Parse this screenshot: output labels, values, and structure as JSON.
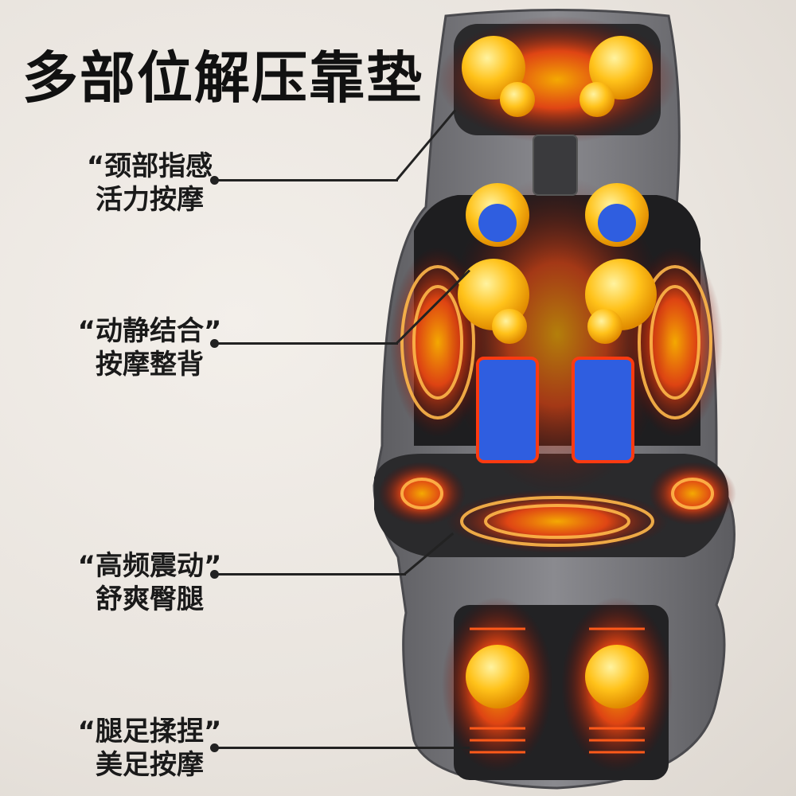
{
  "title": "多部位解压靠垫",
  "callouts": [
    {
      "line1": "“颈部指感",
      "line2": "活力按摩"
    },
    {
      "line1": "“动静结合”",
      "line2": "按摩整背"
    },
    {
      "line1": "“高频震动”",
      "line2": "舒爽臀腿"
    },
    {
      "line1": "“腿足揉捏”",
      "line2": "美足按摩"
    }
  ],
  "colors": {
    "heat": "#ff4a10",
    "node": "#ffc21a",
    "airbag": "#2f5ee0",
    "shell": "#6f6f73"
  }
}
